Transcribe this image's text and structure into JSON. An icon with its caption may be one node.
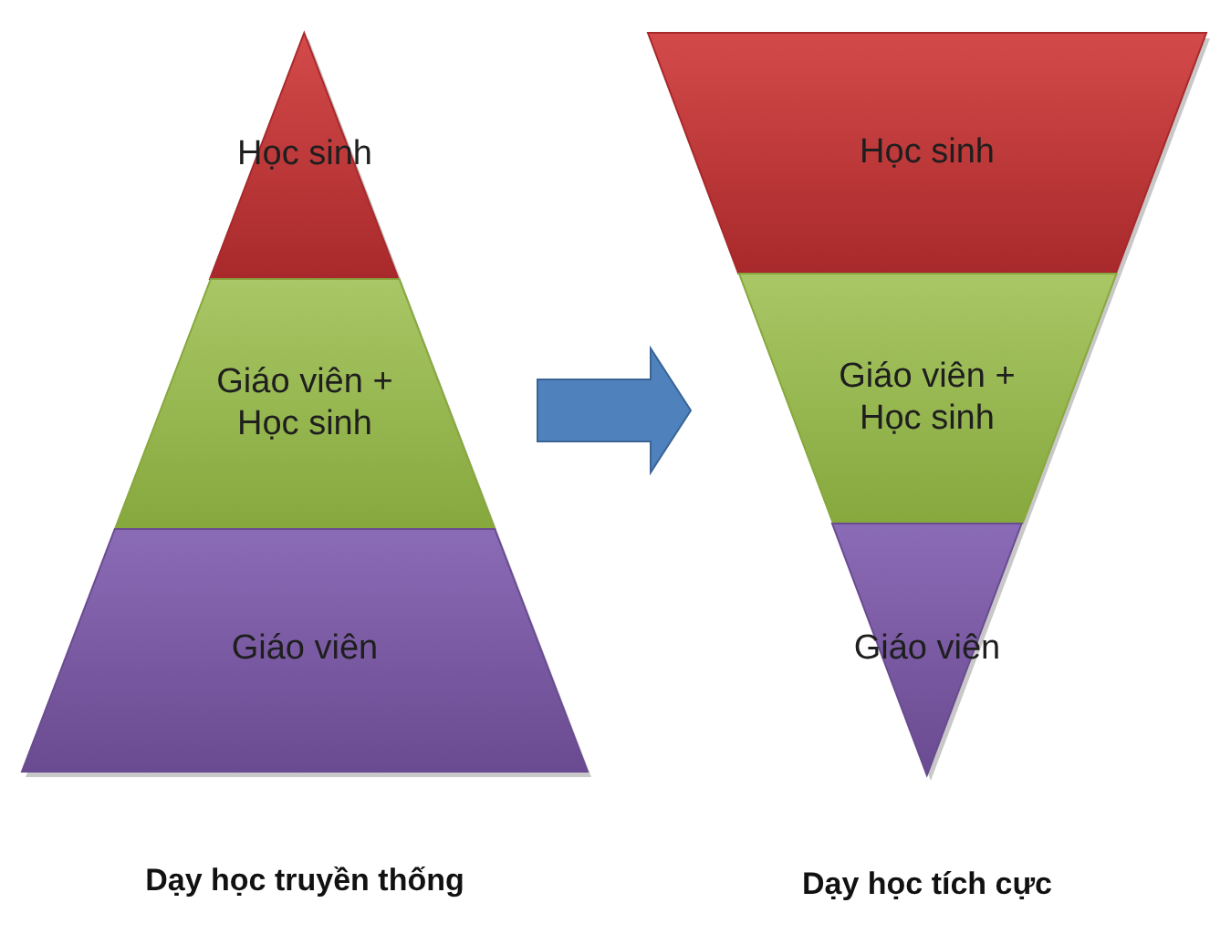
{
  "diagram": {
    "nodes": [
      {
        "text": [],
        "shape": "triangle",
        "beside": [
          "Dạy học truyền thống"
        ]
      },
      {
        "text": [
          "Học sinh"
        ],
        "in": 0
      },
      {
        "text": [
          "Giáo viên + Học sinh"
        ],
        "in": 0
      },
      {
        "text": [
          "Giáo viên"
        ],
        "in": 0
      },
      {
        "text": [],
        "shape": "triangle",
        "beside": [
          "Dạy học tích cực"
        ]
      },
      {
        "text": [
          "Học sinh"
        ],
        "in": 4
      },
      {
        "text": [
          "Giáo viên + Học sinh"
        ],
        "in": 4
      },
      {
        "text": [
          "Giáo viên"
        ],
        "in": 4
      }
    ],
    "edges": [
      {
        "from": 0,
        "to": 4,
        "arrow": "to",
        "style": "thick"
      }
    ]
  }
}
